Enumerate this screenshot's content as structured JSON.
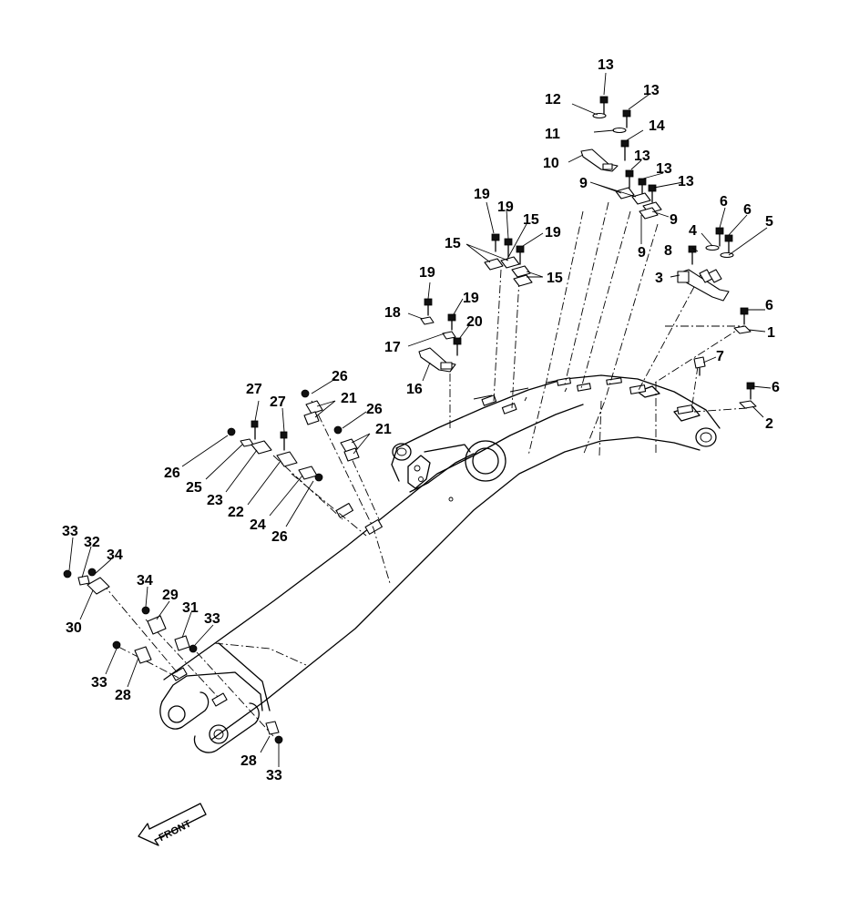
{
  "direction_label": "FRONT",
  "callouts": [
    {
      "id": "c13a",
      "text": "13"
    },
    {
      "id": "c12",
      "text": "12"
    },
    {
      "id": "c13b",
      "text": "13"
    },
    {
      "id": "c11",
      "text": "11"
    },
    {
      "id": "c14",
      "text": "14"
    },
    {
      "id": "c10",
      "text": "10"
    },
    {
      "id": "c13c",
      "text": "13"
    },
    {
      "id": "c13d",
      "text": "13"
    },
    {
      "id": "c13e",
      "text": "13"
    },
    {
      "id": "c9a",
      "text": "9"
    },
    {
      "id": "c9b",
      "text": "9"
    },
    {
      "id": "c9c",
      "text": "9"
    },
    {
      "id": "c6a",
      "text": "6"
    },
    {
      "id": "c6b",
      "text": "6"
    },
    {
      "id": "c4",
      "text": "4"
    },
    {
      "id": "c5",
      "text": "5"
    },
    {
      "id": "c8",
      "text": "8"
    },
    {
      "id": "c3",
      "text": "3"
    },
    {
      "id": "c6c",
      "text": "6"
    },
    {
      "id": "c1",
      "text": "1"
    },
    {
      "id": "c7",
      "text": "7"
    },
    {
      "id": "c6d",
      "text": "6"
    },
    {
      "id": "c2",
      "text": "2"
    },
    {
      "id": "c19a",
      "text": "19"
    },
    {
      "id": "c19b",
      "text": "19"
    },
    {
      "id": "c15a",
      "text": "15"
    },
    {
      "id": "c15b",
      "text": "15"
    },
    {
      "id": "c19c",
      "text": "19"
    },
    {
      "id": "c15c",
      "text": "15"
    },
    {
      "id": "c19d",
      "text": "19"
    },
    {
      "id": "c19e",
      "text": "19"
    },
    {
      "id": "c18",
      "text": "18"
    },
    {
      "id": "c20",
      "text": "20"
    },
    {
      "id": "c17",
      "text": "17"
    },
    {
      "id": "c16",
      "text": "16"
    },
    {
      "id": "c26a",
      "text": "26"
    },
    {
      "id": "c27a",
      "text": "27"
    },
    {
      "id": "c21a",
      "text": "21"
    },
    {
      "id": "c27b",
      "text": "27"
    },
    {
      "id": "c26b",
      "text": "26"
    },
    {
      "id": "c21b",
      "text": "21"
    },
    {
      "id": "c26c",
      "text": "26"
    },
    {
      "id": "c25",
      "text": "25"
    },
    {
      "id": "c23",
      "text": "23"
    },
    {
      "id": "c22",
      "text": "22"
    },
    {
      "id": "c24",
      "text": "24"
    },
    {
      "id": "c26d",
      "text": "26"
    },
    {
      "id": "c33a",
      "text": "33"
    },
    {
      "id": "c32",
      "text": "32"
    },
    {
      "id": "c34a",
      "text": "34"
    },
    {
      "id": "c30",
      "text": "30"
    },
    {
      "id": "c34b",
      "text": "34"
    },
    {
      "id": "c29",
      "text": "29"
    },
    {
      "id": "c31",
      "text": "31"
    },
    {
      "id": "c33b",
      "text": "33"
    },
    {
      "id": "c33c",
      "text": "33"
    },
    {
      "id": "c28a",
      "text": "28"
    },
    {
      "id": "c28b",
      "text": "28"
    },
    {
      "id": "c33d",
      "text": "33"
    }
  ]
}
